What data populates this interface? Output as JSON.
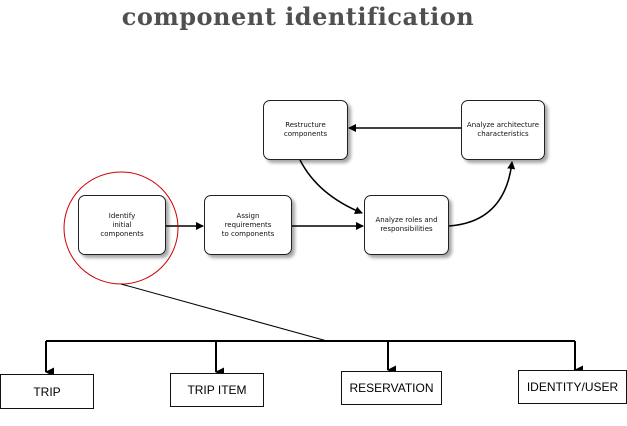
{
  "title": "component identification",
  "process_steps": [
    {
      "id": "identify",
      "label": "Identify\ninitial\ncomponents"
    },
    {
      "id": "assign",
      "label": "Assign\nrequirements\nto components"
    },
    {
      "id": "analyze_roles",
      "label": "Analyze roles and\nresponsibilities"
    },
    {
      "id": "analyze_arch",
      "label": "Analyze architecture\ncharacteristics"
    },
    {
      "id": "restructure",
      "label": "Restructure\ncomponents"
    }
  ],
  "components": [
    {
      "label": "TRIP"
    },
    {
      "label": "TRIP ITEM"
    },
    {
      "label": "RESERVATION"
    },
    {
      "label": "IDENTITY/USER"
    }
  ],
  "colors": {
    "highlight_circle": "#cc0000",
    "title": "#505050"
  }
}
